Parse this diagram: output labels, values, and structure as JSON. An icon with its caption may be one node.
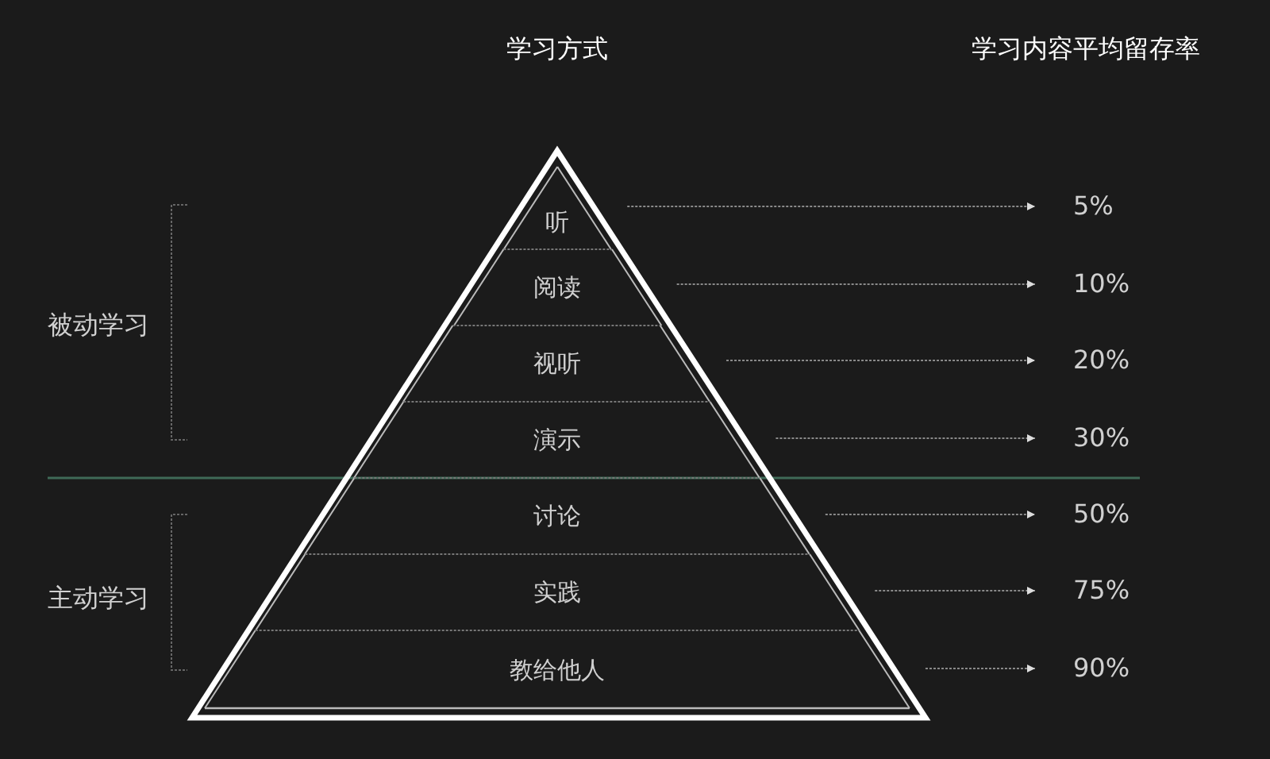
{
  "diagram": {
    "nodes": [
      {
        "text": [
          "听"
        ]
      },
      {
        "text": [
          "阅读"
        ]
      },
      {
        "text": [
          "视听"
        ]
      },
      {
        "text": [
          "演示"
        ]
      },
      {
        "text": [
          "讨论"
        ]
      },
      {
        "text": [
          "实践"
        ]
      },
      {
        "text": [
          "教给他人"
        ]
      },
      {
        "text": [
          "5%"
        ]
      },
      {
        "text": [
          "10%"
        ]
      },
      {
        "text": [
          "20%"
        ]
      },
      {
        "text": [
          "30%"
        ]
      },
      {
        "text": [
          "50%"
        ]
      },
      {
        "text": [
          "75%"
        ]
      },
      {
        "text": [
          "90%"
        ]
      }
    ],
    "edges": [
      {
        "from": 0,
        "to": 7,
        "arrow": "to"
      },
      {
        "from": 1,
        "to": 8,
        "arrow": "to"
      },
      {
        "from": 2,
        "to": 9,
        "arrow": "to"
      },
      {
        "from": 3,
        "to": 10,
        "arrow": "to"
      },
      {
        "from": 4,
        "to": 11,
        "arrow": "to"
      },
      {
        "from": 5,
        "to": 12,
        "arrow": "to"
      },
      {
        "from": 6,
        "to": 13,
        "arrow": "to"
      }
    ],
    "labels": [
      "学习方式",
      "学习内容平均留存率",
      "被动学习",
      "主动学习"
    ]
  }
}
